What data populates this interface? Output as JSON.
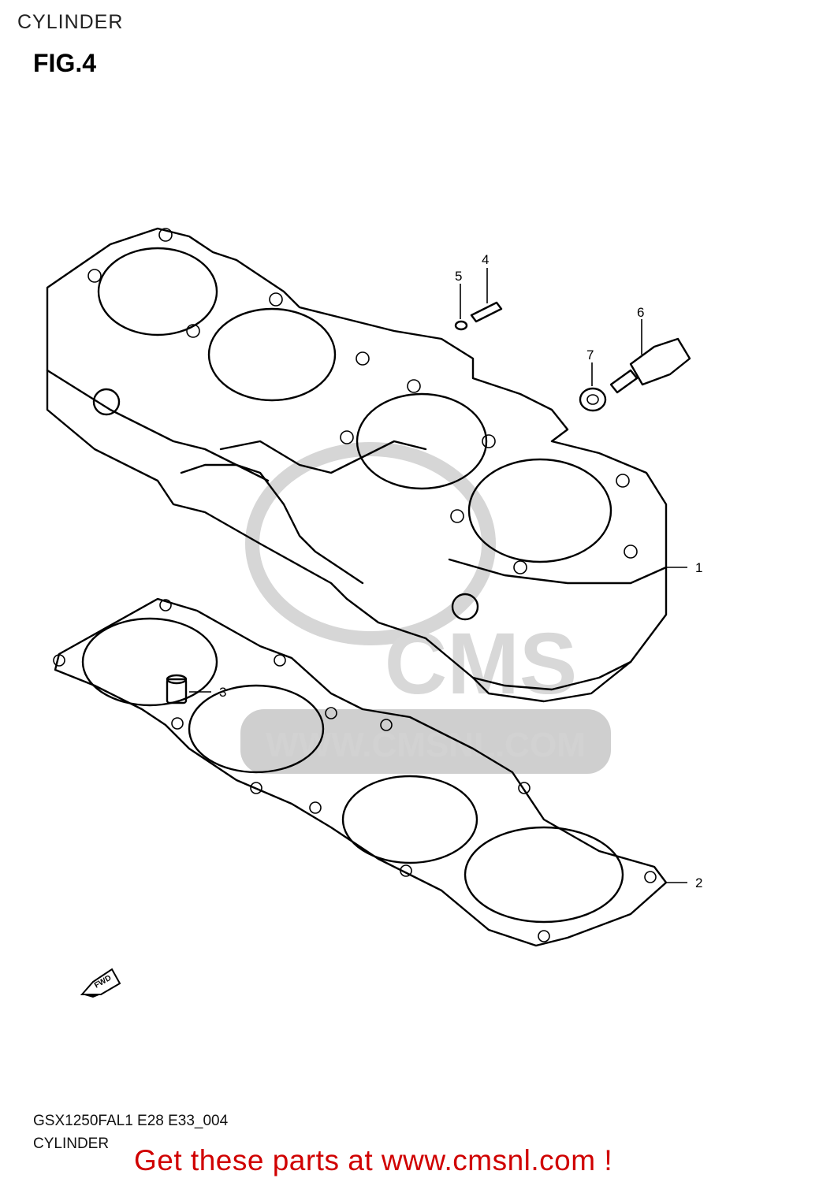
{
  "header": {
    "section_title": "CYLINDER",
    "figure_label": "FIG.4"
  },
  "diagram": {
    "callouts": [
      "1",
      "2",
      "3",
      "4",
      "5",
      "6",
      "7"
    ],
    "fwd_label": "FWD",
    "watermark_text": "WWW.CMSNL.COM",
    "watermark_logo": "CMS"
  },
  "footer": {
    "model_code": "GSX1250FAL1 E28 E33_004",
    "section_name": "CYLINDER",
    "call_to_action": "Get these parts at www.cmsnl.com !",
    "cta_color": "#d00000"
  }
}
